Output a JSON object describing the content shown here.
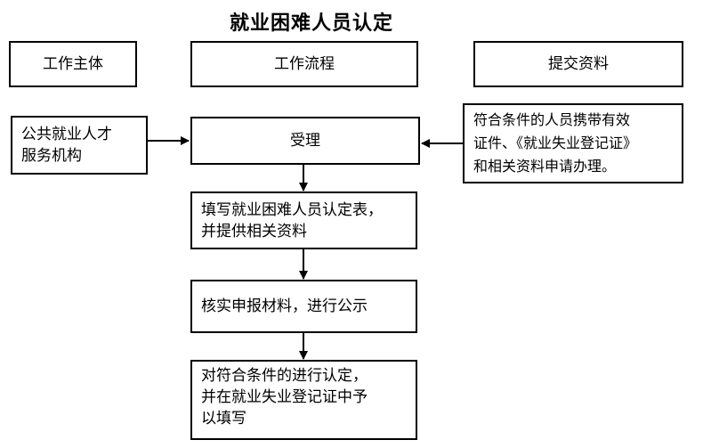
{
  "title": "就业困难人员认定",
  "header": {
    "col1": "工作主体",
    "col2": "工作流程",
    "col3": "提交资料"
  },
  "subject": "公共就业人才\n服务机构",
  "materials": "符合条件的人员携带有效\n证件、《就业失业登记证》\n和相关资料申请办理。",
  "steps": {
    "step1": "受理",
    "step2": "填写就业困难人员认定表，\n并提供相关资料",
    "step3": "核实申报材料，进行公示",
    "step4": "对符合条件的进行认定，\n并在就业失业登记证中予\n以填写"
  }
}
